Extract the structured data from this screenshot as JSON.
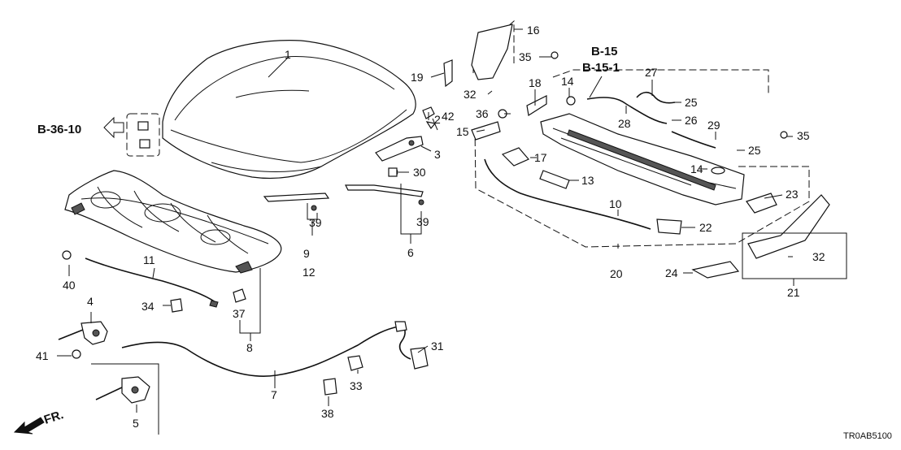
{
  "diagram": {
    "drawing_code": "TR0AB5100",
    "front_indicator": "FR.",
    "references": {
      "ref_b36_10": "B-36-10",
      "ref_b15": "B-15",
      "ref_b15_1": "B-15-1"
    },
    "labels": {
      "p1": "1",
      "p2": "2",
      "p3": "3",
      "p4": "4",
      "p5": "5",
      "p6": "6",
      "p7": "7",
      "p8": "8",
      "p9": "9",
      "p10": "10",
      "p11": "11",
      "p12": "12",
      "p13": "13",
      "p14a": "14",
      "p14b": "14",
      "p15": "15",
      "p16": "16",
      "p17": "17",
      "p18": "18",
      "p19": "19",
      "p20": "20",
      "p21": "21",
      "p22": "22",
      "p23": "23",
      "p24": "24",
      "p25a": "25",
      "p25b": "25",
      "p26": "26",
      "p27": "27",
      "p28": "28",
      "p29": "29",
      "p30": "30",
      "p31": "31",
      "p32a": "32",
      "p32b": "32",
      "p33": "33",
      "p34": "34",
      "p35a": "35",
      "p35b": "35",
      "p36": "36",
      "p37": "37",
      "p38": "38",
      "p39a": "39",
      "p39b": "39",
      "p40": "40",
      "p41": "41",
      "p42": "42"
    }
  }
}
